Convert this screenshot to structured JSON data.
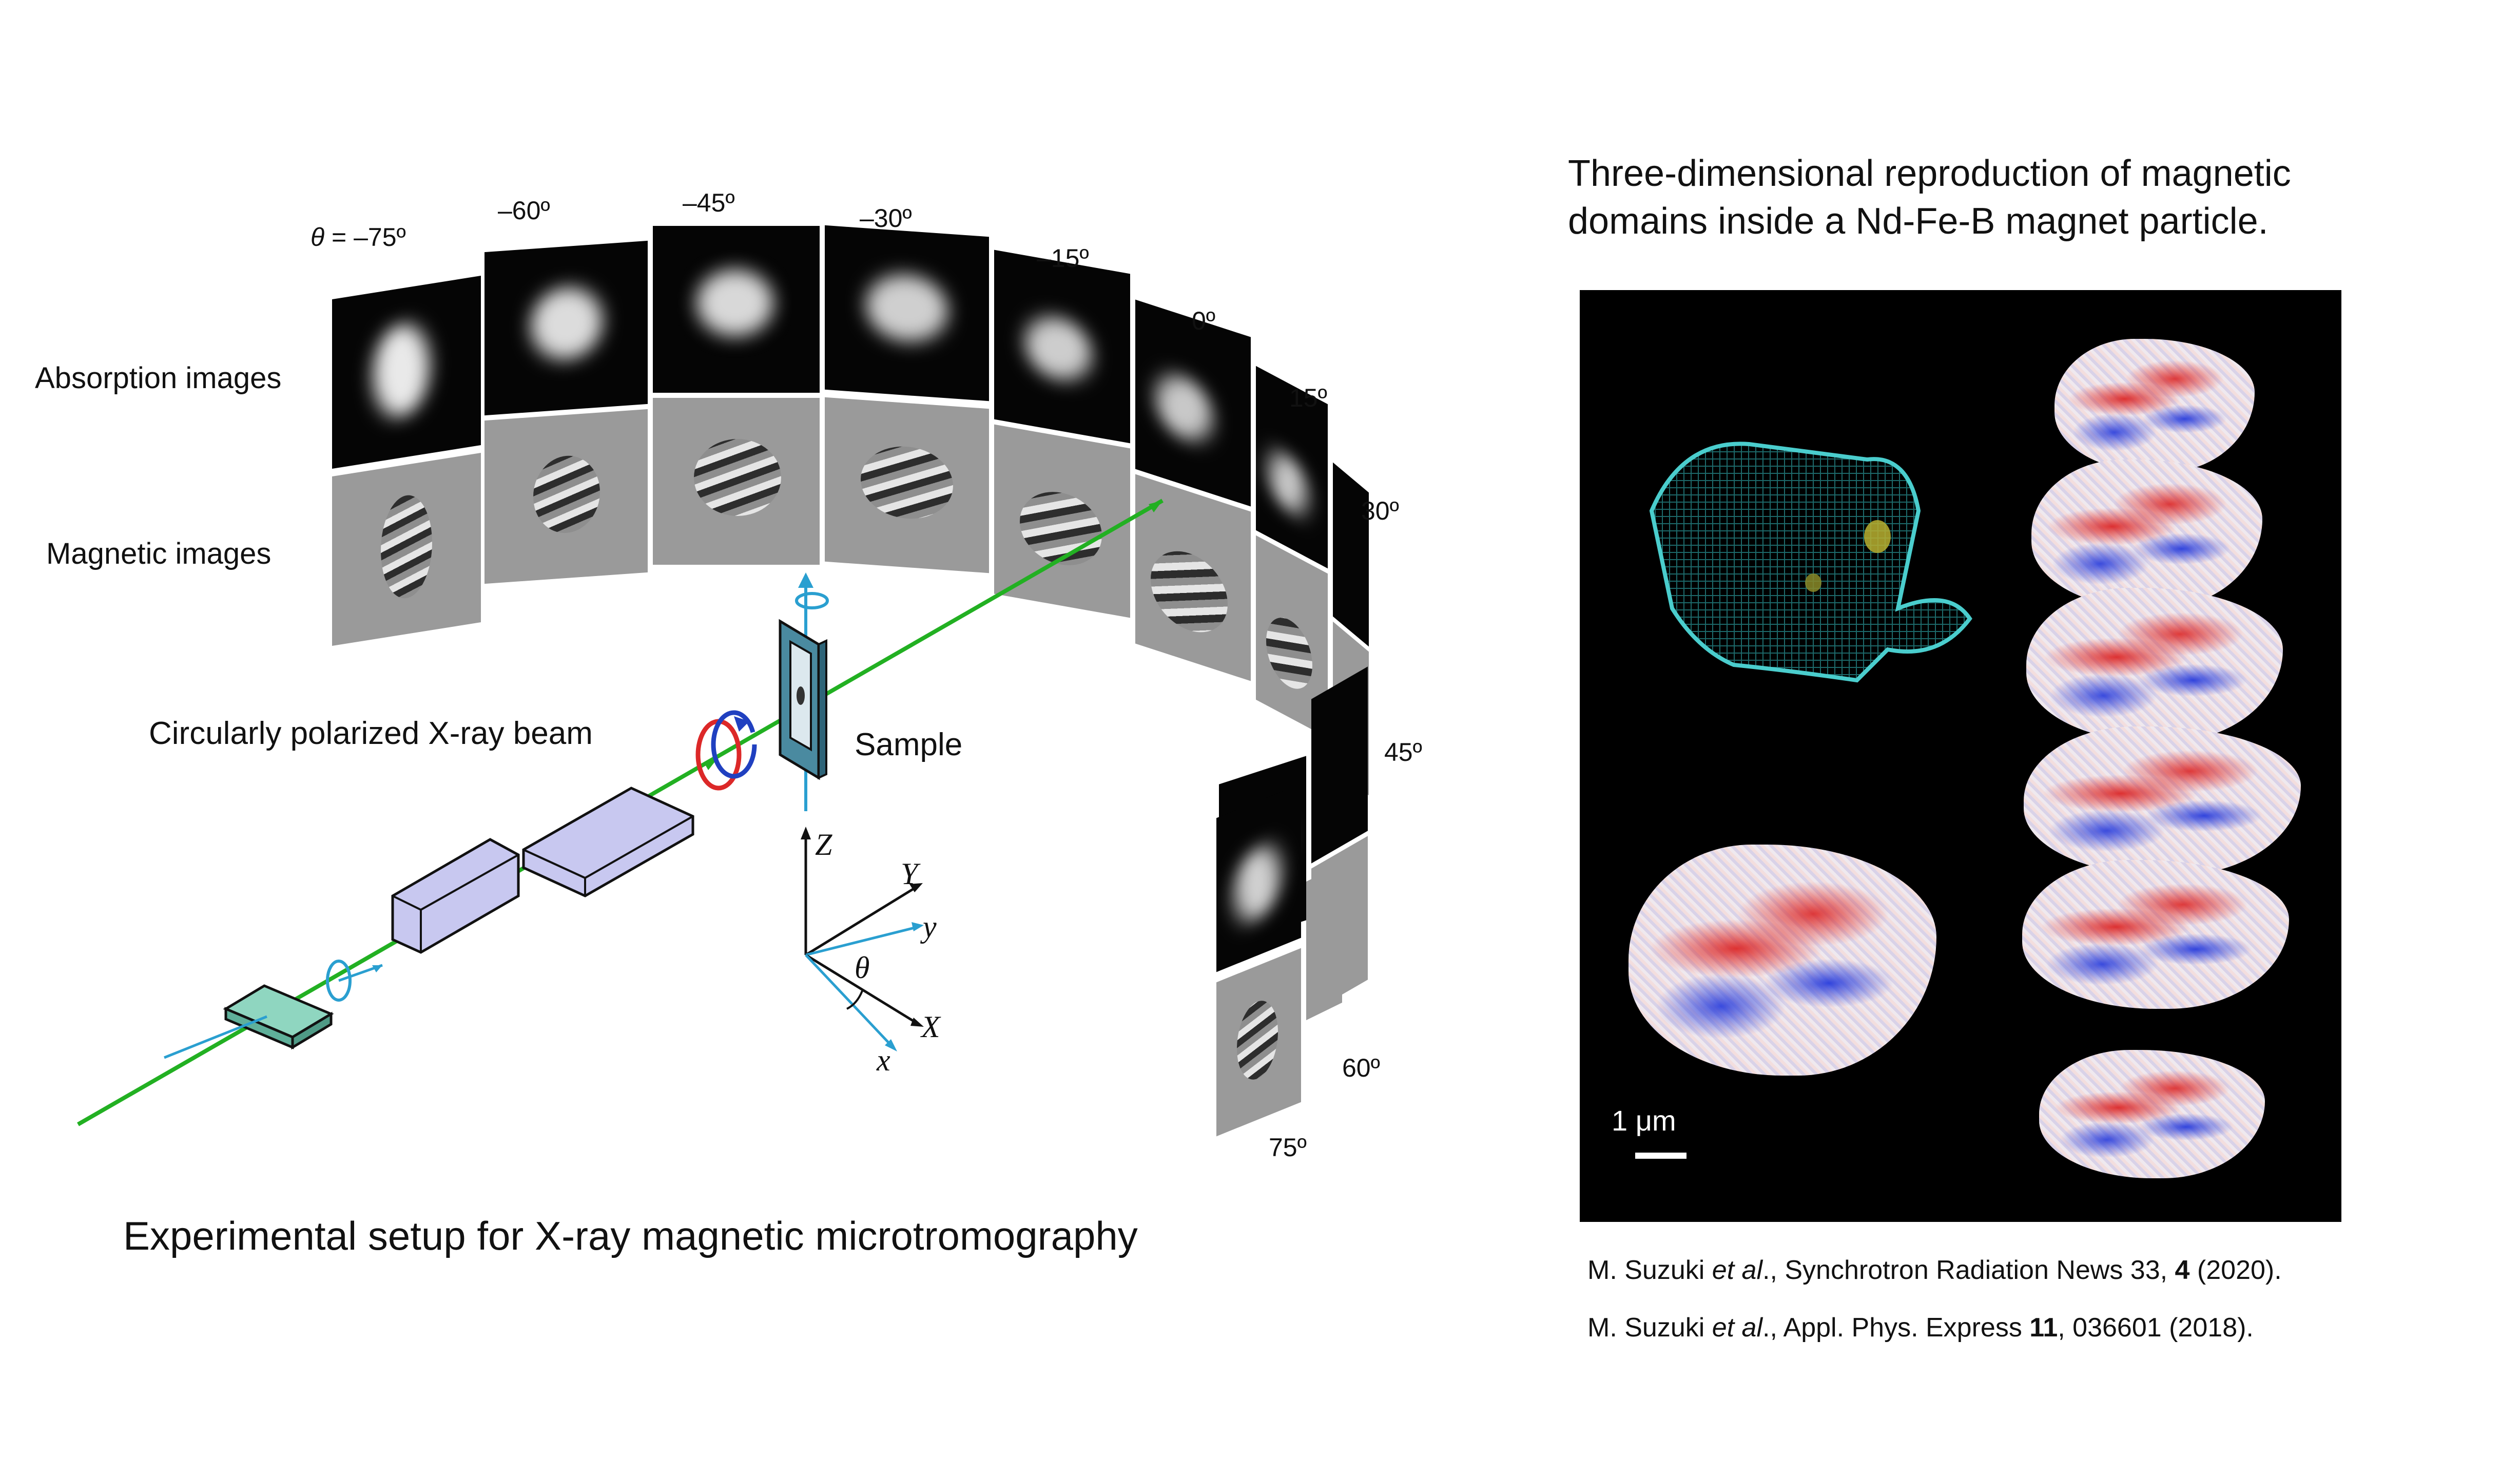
{
  "setup": {
    "caption": "Experimental setup for X-ray magnetic microtromography",
    "row_labels": {
      "absorption": "Absorption images",
      "magnetic": "Magnetic images"
    },
    "beam_label": "Circularly polarized X-ray beam",
    "sample_label": "Sample",
    "angle_symbol": "θ",
    "angle_prefix": " = ",
    "angles": [
      "–75º",
      "–60º",
      "–45º",
      "–30º",
      "–15º",
      "0º",
      "15º",
      "30º",
      "45º",
      "60º",
      "75º"
    ],
    "axes": {
      "Z": "Z",
      "Y": "Y",
      "y": "y",
      "X": "X",
      "x": "x",
      "theta": "θ"
    }
  },
  "render": {
    "title_line1": "Three-dimensional reproduction of magnetic",
    "title_line2": "domains inside a Nd-Fe-B magnet particle.",
    "scale_label": "1 μm"
  },
  "references": [
    {
      "author": "M. Suzuki ",
      "etal": "et al",
      "rest1": "., Synchrotron Radiation News 33, ",
      "bold": "4",
      "rest2": " (2020)."
    },
    {
      "author": "M. Suzuki ",
      "etal": "et al",
      "rest1": "., Appl. Phys. Express ",
      "bold": "11",
      "rest2": ", 036601 (2018)."
    }
  ],
  "colors": {
    "beam": "#22b022",
    "accent_blue": "#2a9fd0",
    "optic": "#c8c8f0",
    "panel_bg": "#000000",
    "domain_red": "#dc2828",
    "domain_blue": "#283cdc",
    "shell_cyan": "#3cc8c8"
  }
}
